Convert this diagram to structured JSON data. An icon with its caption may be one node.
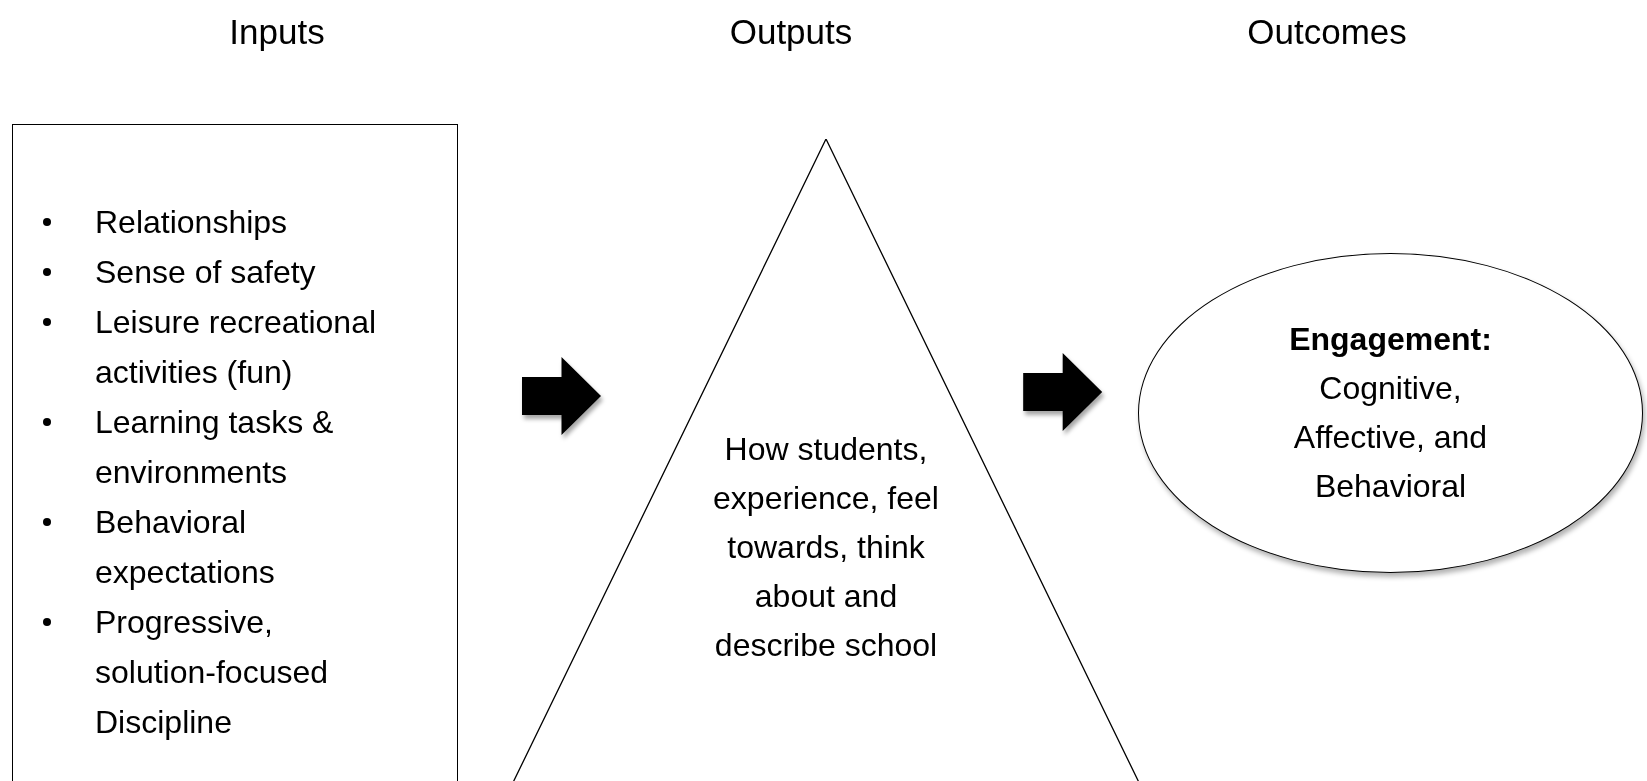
{
  "diagram": {
    "nodes": [
      {
        "text": [
          "Relationships",
          "Sense of safety",
          "Leisure recreational activities (fun)",
          "Learning tasks & environments",
          "Behavioral expectations",
          "Progressive, solution-focused Discipline"
        ]
      },
      {
        "text": [
          "How students, experience, feel towards, think about and describe school"
        ]
      },
      {
        "text": [
          "**Engagement:** Cognitive, Affective, and Behavioral"
        ]
      }
    ],
    "edges": [
      {
        "from": 0,
        "to": 1,
        "arrow": "to"
      },
      {
        "from": 1,
        "to": 2,
        "arrow": "to"
      }
    ],
    "labels": [
      "Inputs",
      "Outputs",
      "Outcomes"
    ]
  }
}
